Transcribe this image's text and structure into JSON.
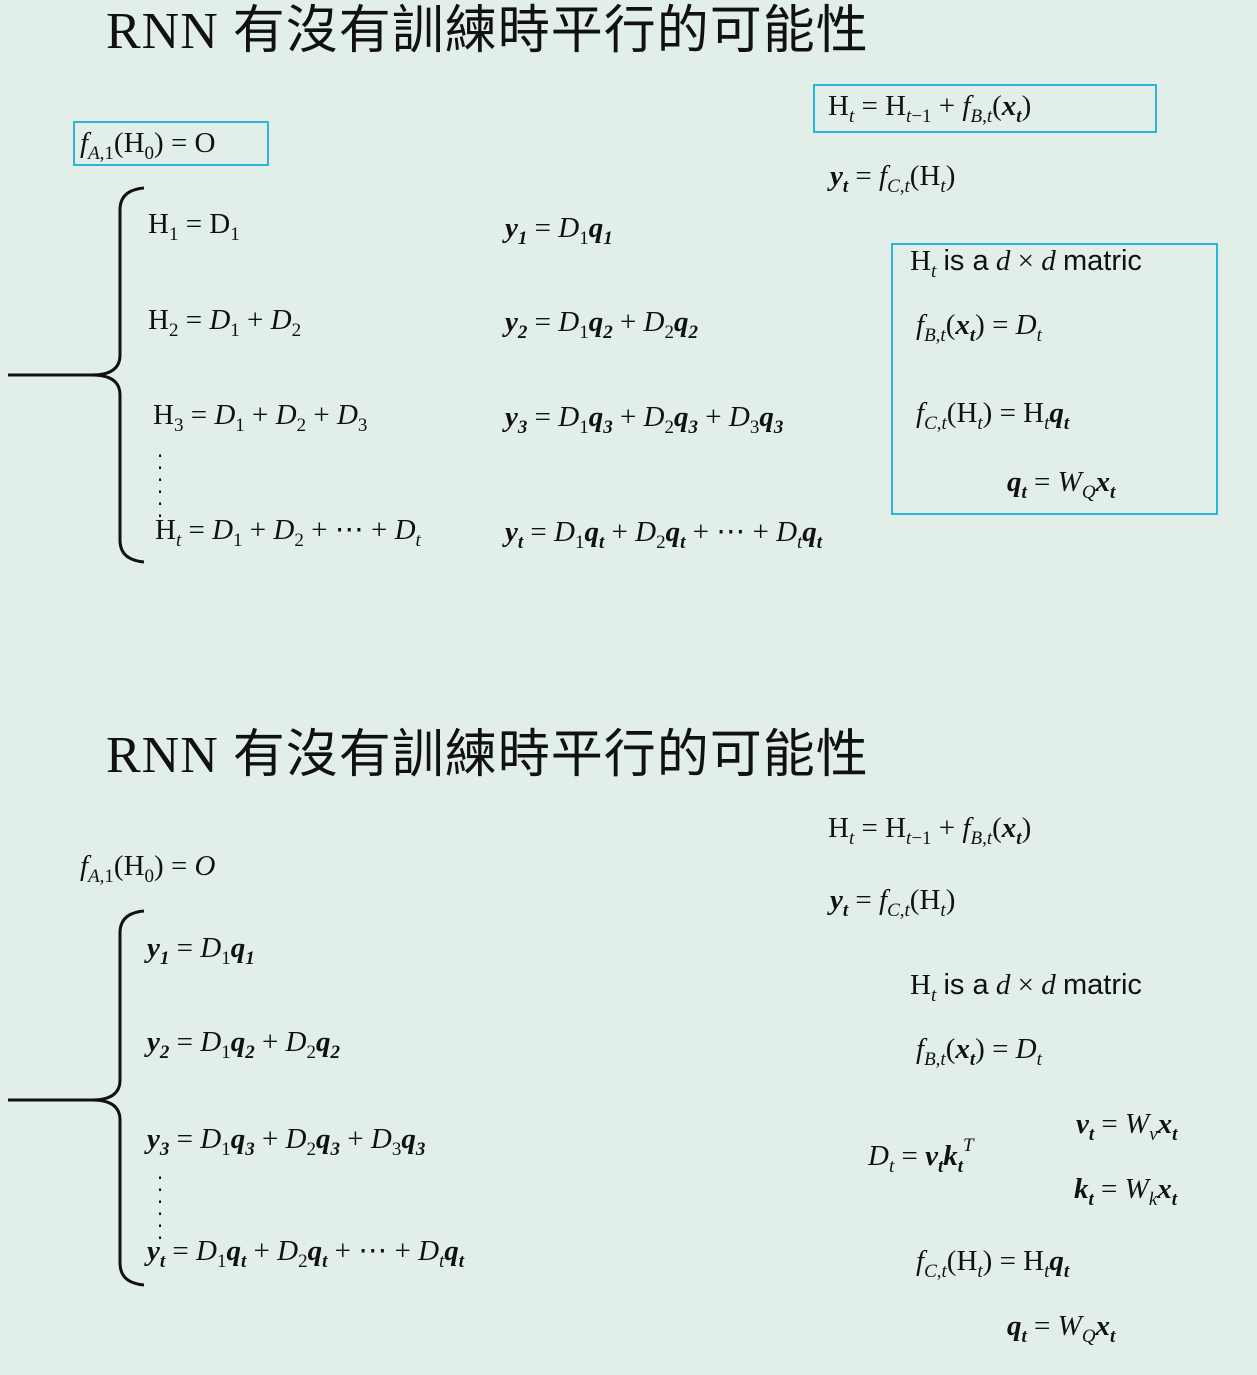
{
  "slides": [
    {
      "title": "RNN 有沒有訓練時平行的可能性",
      "init": "= O",
      "H1_rhs": "= D",
      "H2_rhs_a": "= D",
      "H2_rhs_b": "+ D",
      "H3_rhs": "= D",
      "Ht_rhs": "= D",
      "y_eq": "= D",
      "plus": "+ D",
      "dots": "+ ⋯ + D",
      "rule_H": "= H",
      "rule_y": "= f",
      "note_matrix": "is a d × d matric",
      "fb_rhs": "= D",
      "fc_rhs": "= H",
      "q_rhs": "= W"
    },
    {
      "title": "RNN 有沒有訓練時平行的可能性",
      "Dt_def": "D",
      "v_eq": "= W",
      "k_eq": "= W"
    }
  ],
  "colors": {
    "background": "#e2efe8",
    "highlight_box": "#2bb6dc"
  }
}
